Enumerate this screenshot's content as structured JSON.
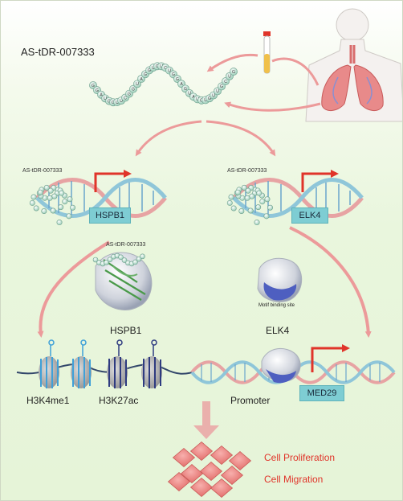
{
  "title": "AS-tDR-007333",
  "left_panel": {
    "small_label": "AS-tDR-007333",
    "gene_box": "HSPB1",
    "structure_label": "AS-tDR-007333",
    "caption": "HSPB1"
  },
  "right_panel": {
    "small_label": "AS-tDR-007333",
    "gene_box": "ELK4",
    "structure_note": "Motif binding site",
    "caption": "ELK4"
  },
  "bottom": {
    "histone_1": "H3K4me1",
    "histone_2": "H3K27ac",
    "promoter": "Promoter",
    "target_box": "MED29"
  },
  "outcomes": [
    "Cell Proliferation",
    "Cell Migration"
  ],
  "rna_sequence": "GGAUGGUUCGGUAGGUGUCUGGAGUAUGUGUUGCUG",
  "colors": {
    "arrow": "#ec9a9a",
    "red_arrow": "#e0342a",
    "gene_box": "#7ecdd3",
    "bead": "#bfe3d1",
    "outcome_text": "#e0342a",
    "cell": "#ef8a8a"
  },
  "icons": [
    "human-lungs-icon",
    "blood-tube-icon",
    "protein-structure-icon",
    "nucleosome-icon",
    "tumor-cells-icon"
  ]
}
